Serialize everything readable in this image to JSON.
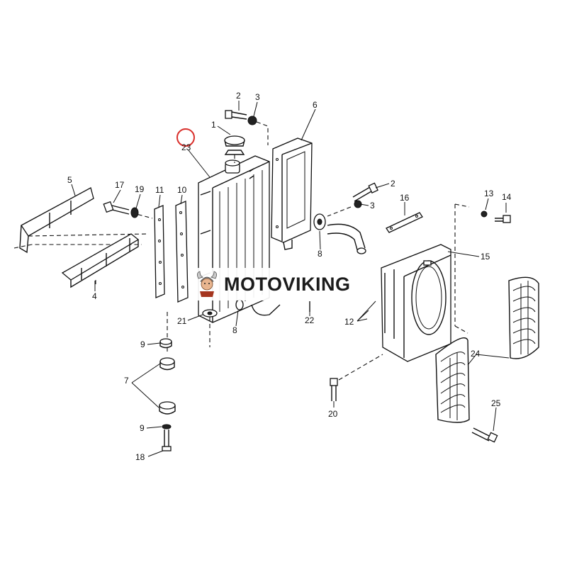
{
  "brand": {
    "name": "MOTOVIKING",
    "logo": "viking-mascot-logo"
  },
  "highlight_color": "#d9302c",
  "callouts": {
    "c1": "1",
    "c2a": "2",
    "c2b": "2",
    "c3a": "3",
    "c3b": "3",
    "c4": "4",
    "c5": "5",
    "c6": "6",
    "c7": "7",
    "c8a": "8",
    "c8b": "8",
    "c9a": "9",
    "c9b": "9",
    "c10": "10",
    "c11": "11",
    "c12": "12",
    "c13": "13",
    "c14": "14",
    "c15": "15",
    "c16": "16",
    "c17": "17",
    "c18": "18",
    "c19": "19",
    "c20": "20",
    "c21": "21",
    "c22": "22",
    "c23": "23",
    "c24": "24",
    "c25": "25"
  }
}
